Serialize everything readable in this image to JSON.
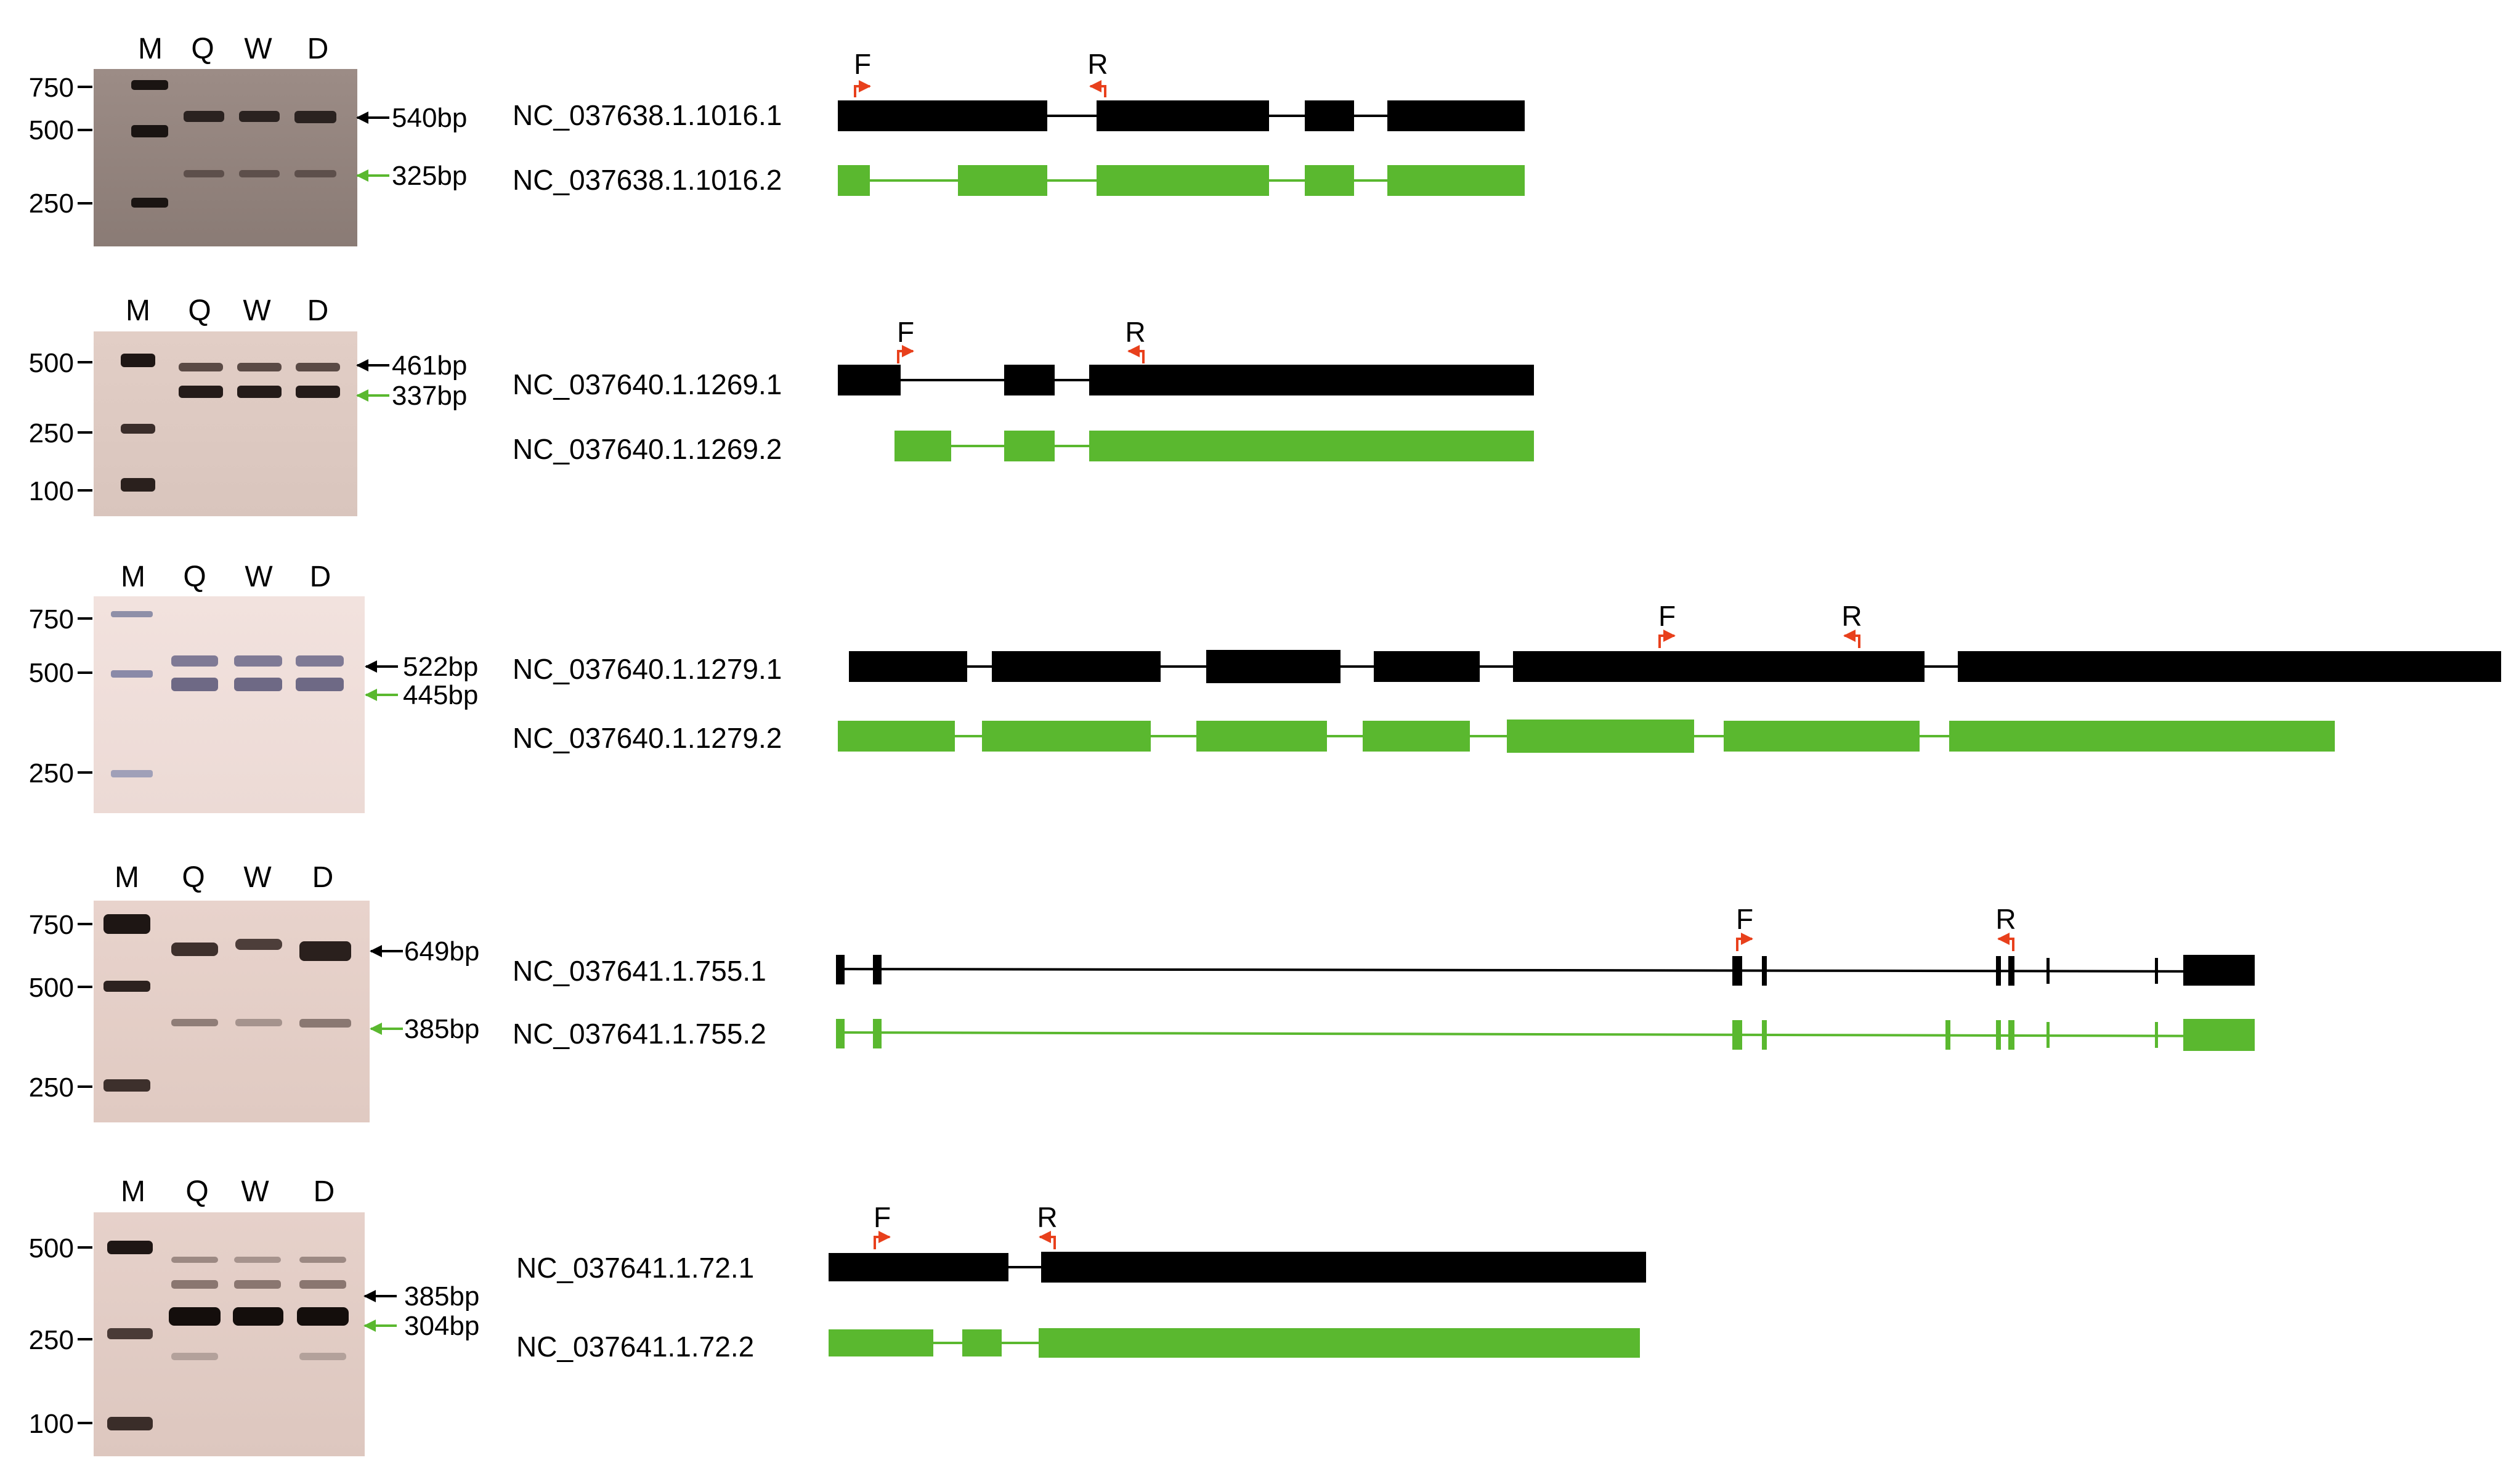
{
  "colors": {
    "iso1": "#000000",
    "iso2": "#5ab82f",
    "primer": "#e8401c",
    "arrow_black": "#000000",
    "arrow_green": "#5ab82f"
  },
  "panels": [
    {
      "gel": {
        "lanes": [
          "M",
          "Q",
          "W",
          "D"
        ],
        "ladder": [
          "750",
          "500",
          "250"
        ],
        "bands": [
          {
            "size": "540bp",
            "color": "black"
          },
          {
            "size": "325bp",
            "color": "green"
          }
        ]
      },
      "isoforms": [
        "NC_037638.1.1016.1",
        "NC_037638.1.1016.2"
      ],
      "primers": {
        "F": "F",
        "R": "R"
      }
    },
    {
      "gel": {
        "lanes": [
          "M",
          "Q",
          "W",
          "D"
        ],
        "ladder": [
          "500",
          "250",
          "100"
        ],
        "bands": [
          {
            "size": "461bp",
            "color": "black"
          },
          {
            "size": "337bp",
            "color": "green"
          }
        ]
      },
      "isoforms": [
        "NC_037640.1.1269.1",
        "NC_037640.1.1269.2"
      ],
      "primers": {
        "F": "F",
        "R": "R"
      }
    },
    {
      "gel": {
        "lanes": [
          "M",
          "Q",
          "W",
          "D"
        ],
        "ladder": [
          "750",
          "500",
          "250"
        ],
        "bands": [
          {
            "size": "522bp",
            "color": "black"
          },
          {
            "size": "445bp",
            "color": "green"
          }
        ]
      },
      "isoforms": [
        "NC_037640.1.1279.1",
        "NC_037640.1.1279.2"
      ],
      "primers": {
        "F": "F",
        "R": "R"
      }
    },
    {
      "gel": {
        "lanes": [
          "M",
          "Q",
          "W",
          "D"
        ],
        "ladder": [
          "750",
          "500",
          "250"
        ],
        "bands": [
          {
            "size": "649bp",
            "color": "black"
          },
          {
            "size": "385bp",
            "color": "green"
          }
        ]
      },
      "isoforms": [
        "NC_037641.1.755.1",
        "NC_037641.1.755.2"
      ],
      "primers": {
        "F": "F",
        "R": "R"
      }
    },
    {
      "gel": {
        "lanes": [
          "M",
          "Q",
          "W",
          "D"
        ],
        "ladder": [
          "500",
          "250",
          "100"
        ],
        "bands": [
          {
            "size": "385bp",
            "color": "black"
          },
          {
            "size": "304bp",
            "color": "green"
          }
        ]
      },
      "isoforms": [
        "NC_037641.1.72.1",
        "NC_037641.1.72.2"
      ],
      "primers": {
        "F": "F",
        "R": "R"
      }
    }
  ]
}
